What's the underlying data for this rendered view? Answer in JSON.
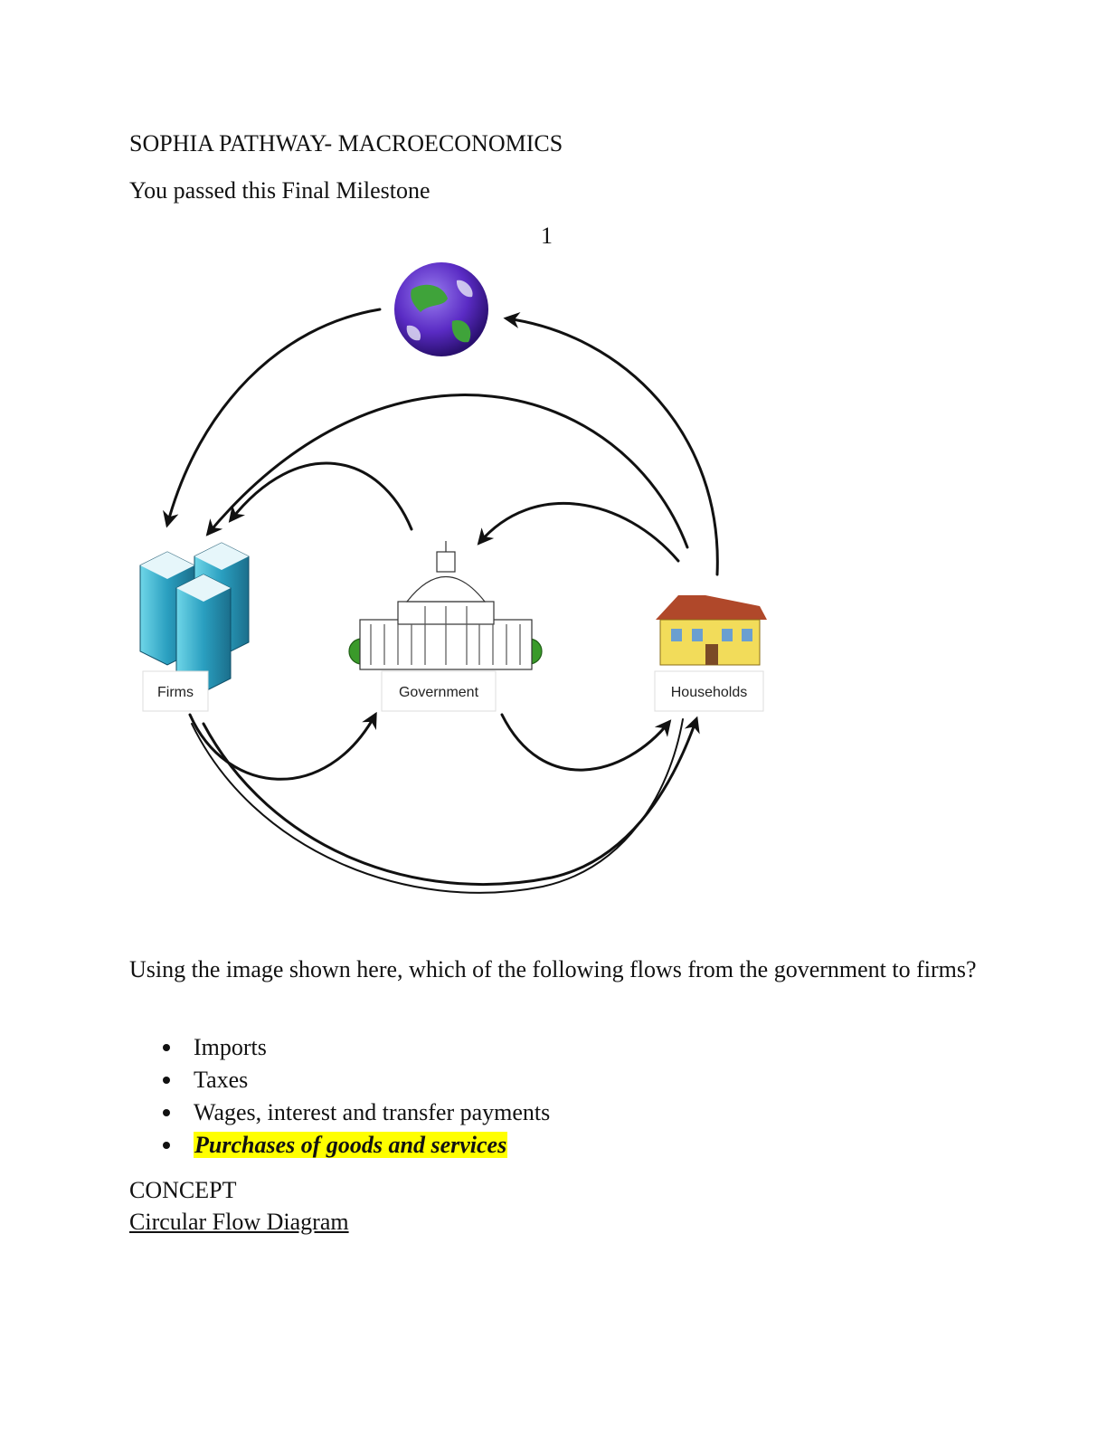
{
  "document": {
    "title": "SOPHIA PATHWAY- MACROECONOMICS",
    "status": "You passed this Final Milestone",
    "question_number": "1"
  },
  "diagram": {
    "nodes": {
      "firms": "Firms",
      "government": "Government",
      "households": "Households"
    },
    "icons": [
      "globe-icon",
      "office-buildings-icon",
      "capitol-building-icon",
      "house-icon"
    ]
  },
  "question": {
    "text": "Using the image shown here, which of the following flows from the government to firms?",
    "options": [
      {
        "label": "Imports",
        "selected": false
      },
      {
        "label": "Taxes",
        "selected": false
      },
      {
        "label": "Wages, interest and transfer payments",
        "selected": false
      },
      {
        "label": "Purchases of goods and services",
        "selected": true
      }
    ],
    "highlight_color": "#ffff00"
  },
  "concept": {
    "label": "CONCEPT",
    "link_text": "Circular Flow Diagram"
  }
}
